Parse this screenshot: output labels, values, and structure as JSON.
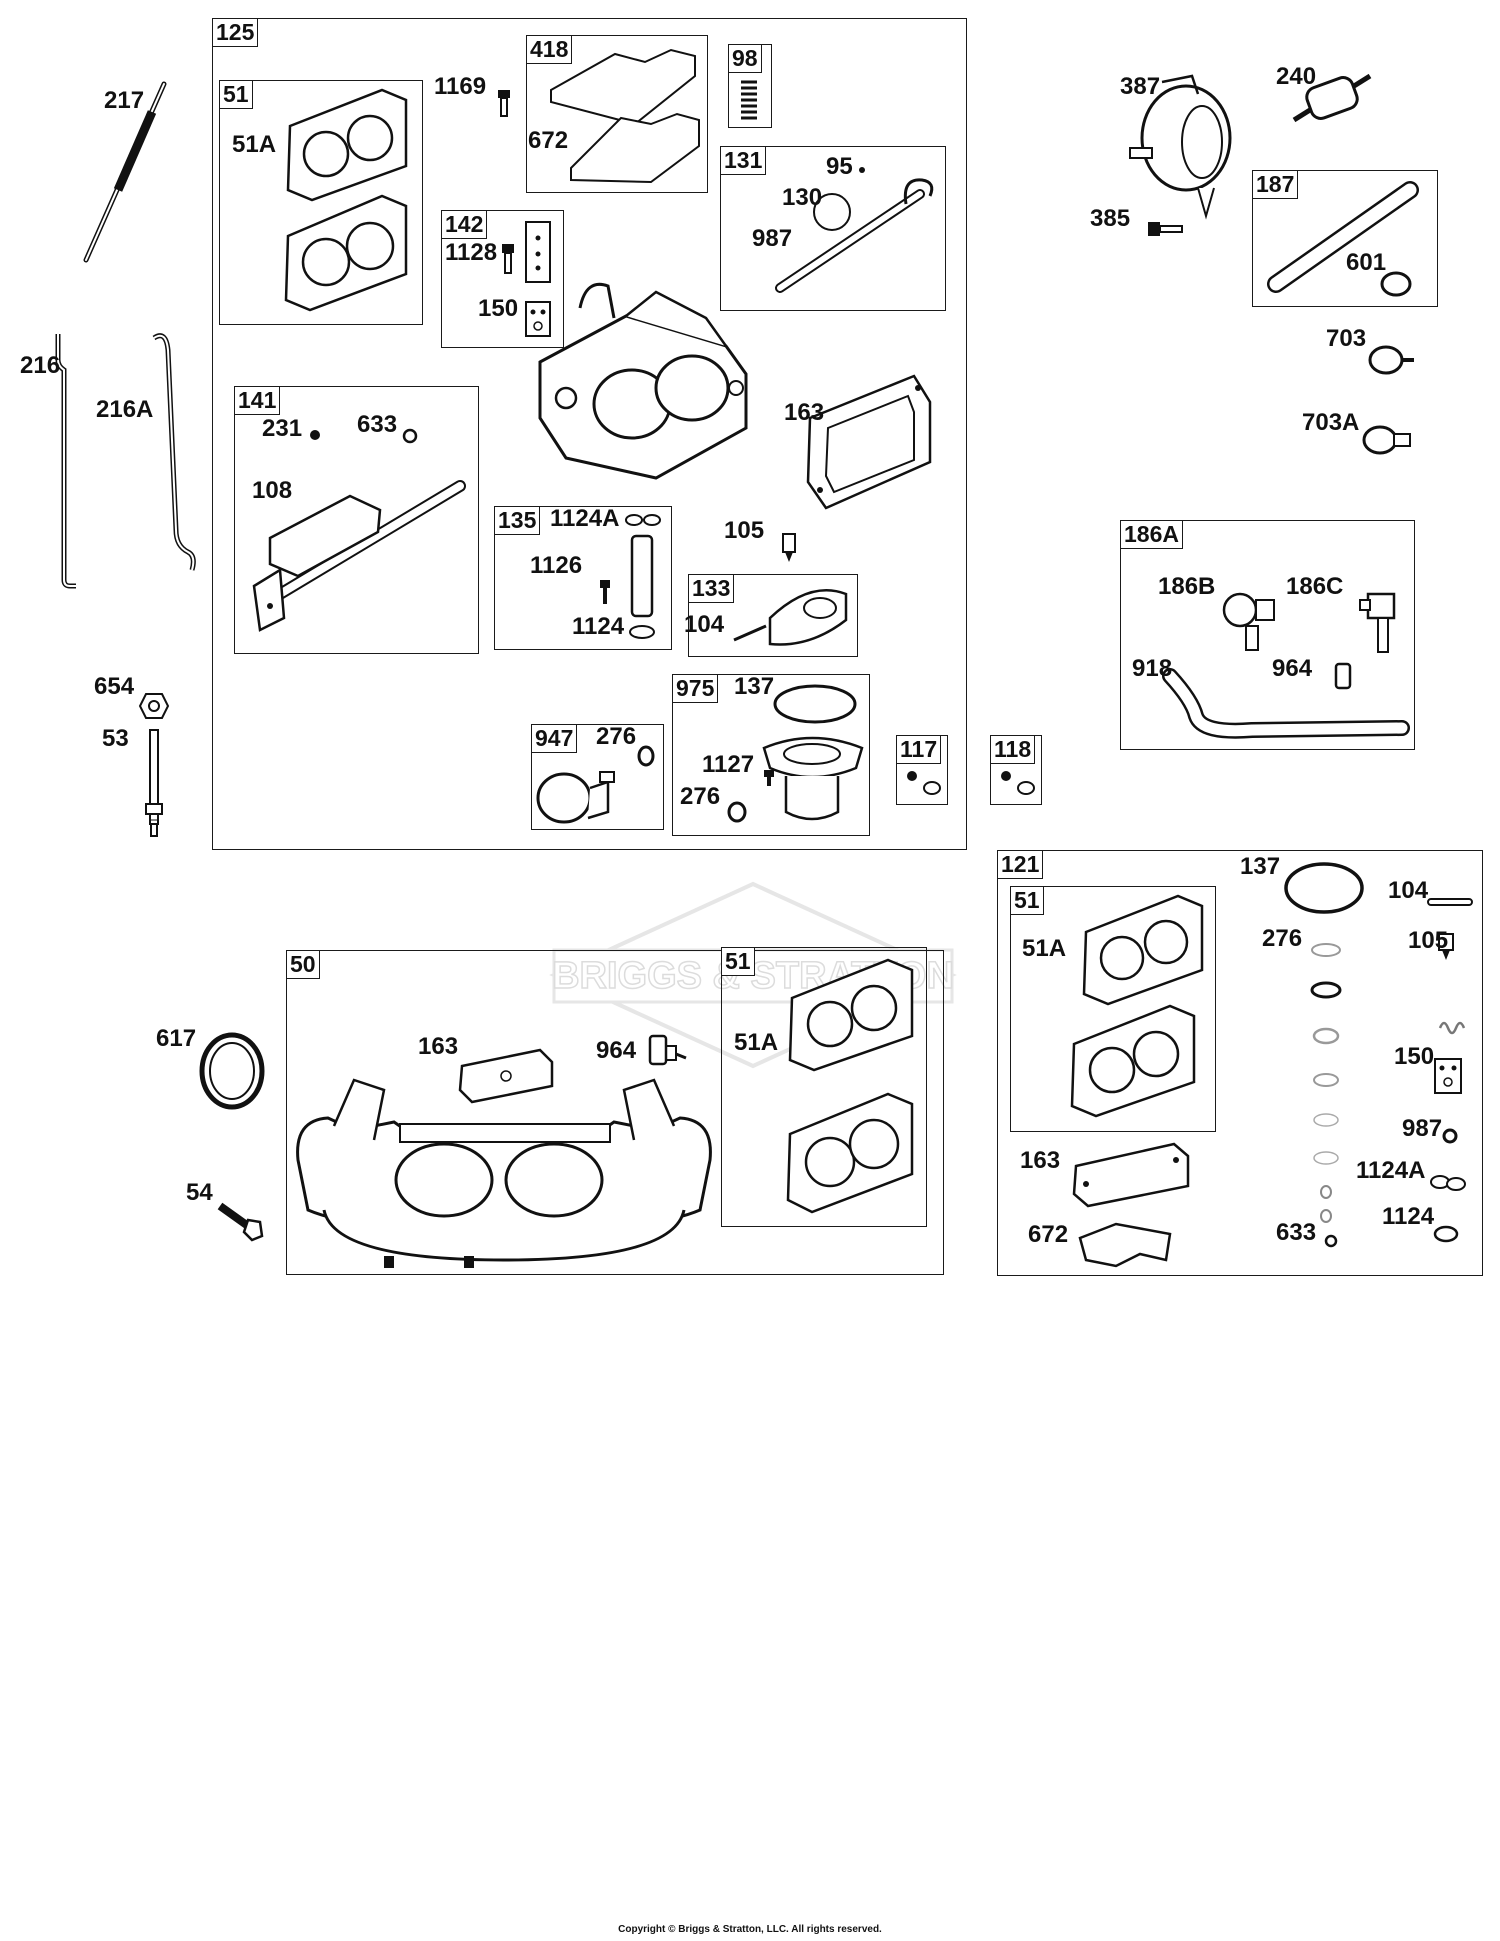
{
  "watermark": "BRIGGS & STRATTON",
  "footer": "Copyright © Briggs & Stratton, LLC. All rights reserved.",
  "boxes": {
    "b125": "125",
    "b51a": "51",
    "b418": "418",
    "b98": "98",
    "b131": "131",
    "b142": "142",
    "b141": "141",
    "b135": "135",
    "b133": "133",
    "b975": "975",
    "b947": "947",
    "b117": "117",
    "b118": "118",
    "b187": "187",
    "b186a": "186A",
    "b50": "50",
    "b51b": "51",
    "b121": "121",
    "b51c": "51"
  },
  "labels": {
    "l217": "217",
    "l216": "216",
    "l216a": "216A",
    "l654": "654",
    "l53": "53",
    "l51a1": "51A",
    "l1169": "1169",
    "l672a": "672",
    "l95": "95",
    "l130": "130",
    "l987a": "987",
    "l1128": "1128",
    "l150a": "150",
    "l231": "231",
    "l633a": "633",
    "l108": "108",
    "l163a": "163",
    "l1124a1": "1124A",
    "l1126": "1126",
    "l1124a": "1124",
    "l105a": "105",
    "l104a": "104",
    "l137a": "137",
    "l1127": "1127",
    "l276a": "276",
    "l276b": "276",
    "l387": "387",
    "l240": "240",
    "l385": "385",
    "l601": "601",
    "l703": "703",
    "l703a": "703A",
    "l186b": "186B",
    "l186c": "186C",
    "l918": "918",
    "l964a": "964",
    "l617": "617",
    "l54": "54",
    "l163b": "163",
    "l964b": "964",
    "l51a2": "51A",
    "l51a3": "51A",
    "l137b": "137",
    "l104b": "104",
    "l105b": "105",
    "l276c": "276",
    "l150b": "150",
    "l987b": "987",
    "l163c": "163",
    "l1124a2": "1124A",
    "l672b": "672",
    "l633b": "633",
    "l1124b": "1124"
  }
}
